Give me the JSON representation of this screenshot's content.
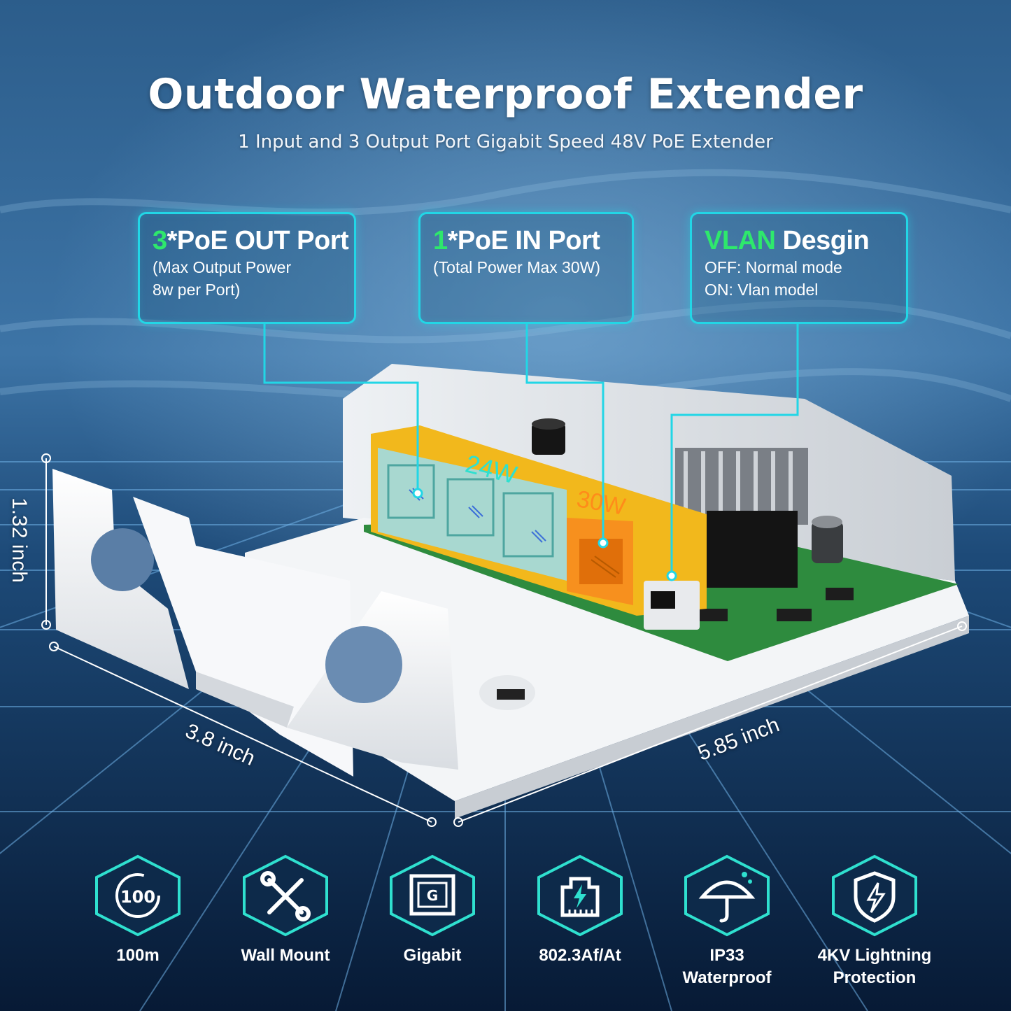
{
  "title": "Outdoor Waterproof Extender",
  "subtitle": "1 Input and 3 Output Port Gigabit Speed 48V PoE Extender",
  "callouts": {
    "out": {
      "highlight": "3",
      "rest": "*PoE OUT Port",
      "line1": "(Max Output Power",
      "line2": "8w per Port)"
    },
    "in": {
      "highlight": "1",
      "rest": "*PoE IN Port",
      "line1": "(Total Power Max 30W)"
    },
    "vlan": {
      "highlight": "VLAN",
      "rest": " Desgin",
      "line1": "OFF: Normal mode",
      "line2": "ON: Vlan model"
    }
  },
  "device": {
    "out_label": "24W",
    "in_label": "30W"
  },
  "dimensions": {
    "height": "1.32 inch",
    "depth": "3.8 inch",
    "width": "5.85 inch"
  },
  "features": [
    {
      "icon": "100-distance-icon",
      "label": "100m",
      "badge": "100"
    },
    {
      "icon": "tools-icon",
      "label": "Wall Mount"
    },
    {
      "icon": "gigabit-port-icon",
      "label": "Gigabit",
      "badge": "G"
    },
    {
      "icon": "ethernet-lightning-icon",
      "label": "802.3Af/At"
    },
    {
      "icon": "umbrella-icon",
      "label1": "IP33",
      "label2": "Waterproof"
    },
    {
      "icon": "shield-lightning-icon",
      "label1": "4KV Lightning",
      "label2": "Protection"
    }
  ],
  "colors": {
    "accent": "#22d6e6",
    "highlight": "#2ee86c",
    "port_yellow": "#f2b81c",
    "port_orange": "#f7901e",
    "pcb_green": "#2e8b3e"
  }
}
